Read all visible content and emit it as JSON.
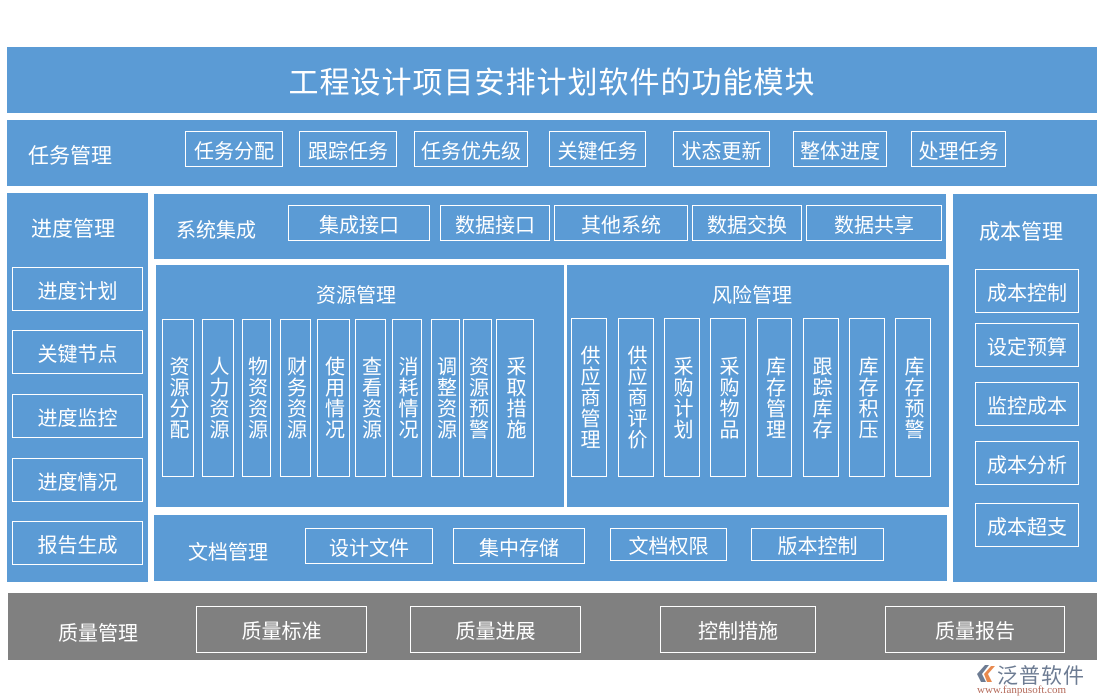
{
  "title": "工程设计项目安排计划软件的功能模块",
  "task_mgmt": {
    "label": "任务管理",
    "items": [
      "任务分配",
      "跟踪任务",
      "任务优先级",
      "关键任务",
      "状态更新",
      "整体进度",
      "处理任务"
    ]
  },
  "schedule_mgmt": {
    "label": "进度管理",
    "items": [
      "进度计划",
      "关键节点",
      "进度监控",
      "进度情况",
      "报告生成"
    ]
  },
  "system_integration": {
    "label": "系统集成",
    "items": [
      "集成接口",
      "数据接口",
      "其他系统",
      "数据交换",
      "数据共享"
    ]
  },
  "resource_mgmt": {
    "label": "资源管理",
    "items": [
      "资源分配",
      "人力资源",
      "物资资源",
      "财务资源",
      "使用情况",
      "查看资源",
      "消耗情况",
      "调整资源",
      "资源预警",
      "采取措施"
    ]
  },
  "risk_mgmt": {
    "label": "风险管理",
    "items": [
      "供应商管理",
      "供应商评价",
      "采购计划",
      "采购物品",
      "库存管理",
      "跟踪库存",
      "库存积压",
      "库存预警"
    ]
  },
  "document_mgmt": {
    "label": "文档管理",
    "items": [
      "设计文件",
      "集中存储",
      "文档权限",
      "版本控制"
    ]
  },
  "cost_mgmt": {
    "label": "成本管理",
    "items": [
      "成本控制",
      "设定预算",
      "监控成本",
      "成本分析",
      "成本超支"
    ]
  },
  "quality_mgmt": {
    "label": "质量管理",
    "items": [
      "质量标准",
      "质量进展",
      "控制措施",
      "质量报告"
    ]
  },
  "watermark": {
    "brand": "泛普软件",
    "url": "www.fanpusoft.com"
  },
  "colors": {
    "module_blue": "#5b9bd5",
    "quality_gray": "#808080",
    "text": "#ffffff"
  }
}
